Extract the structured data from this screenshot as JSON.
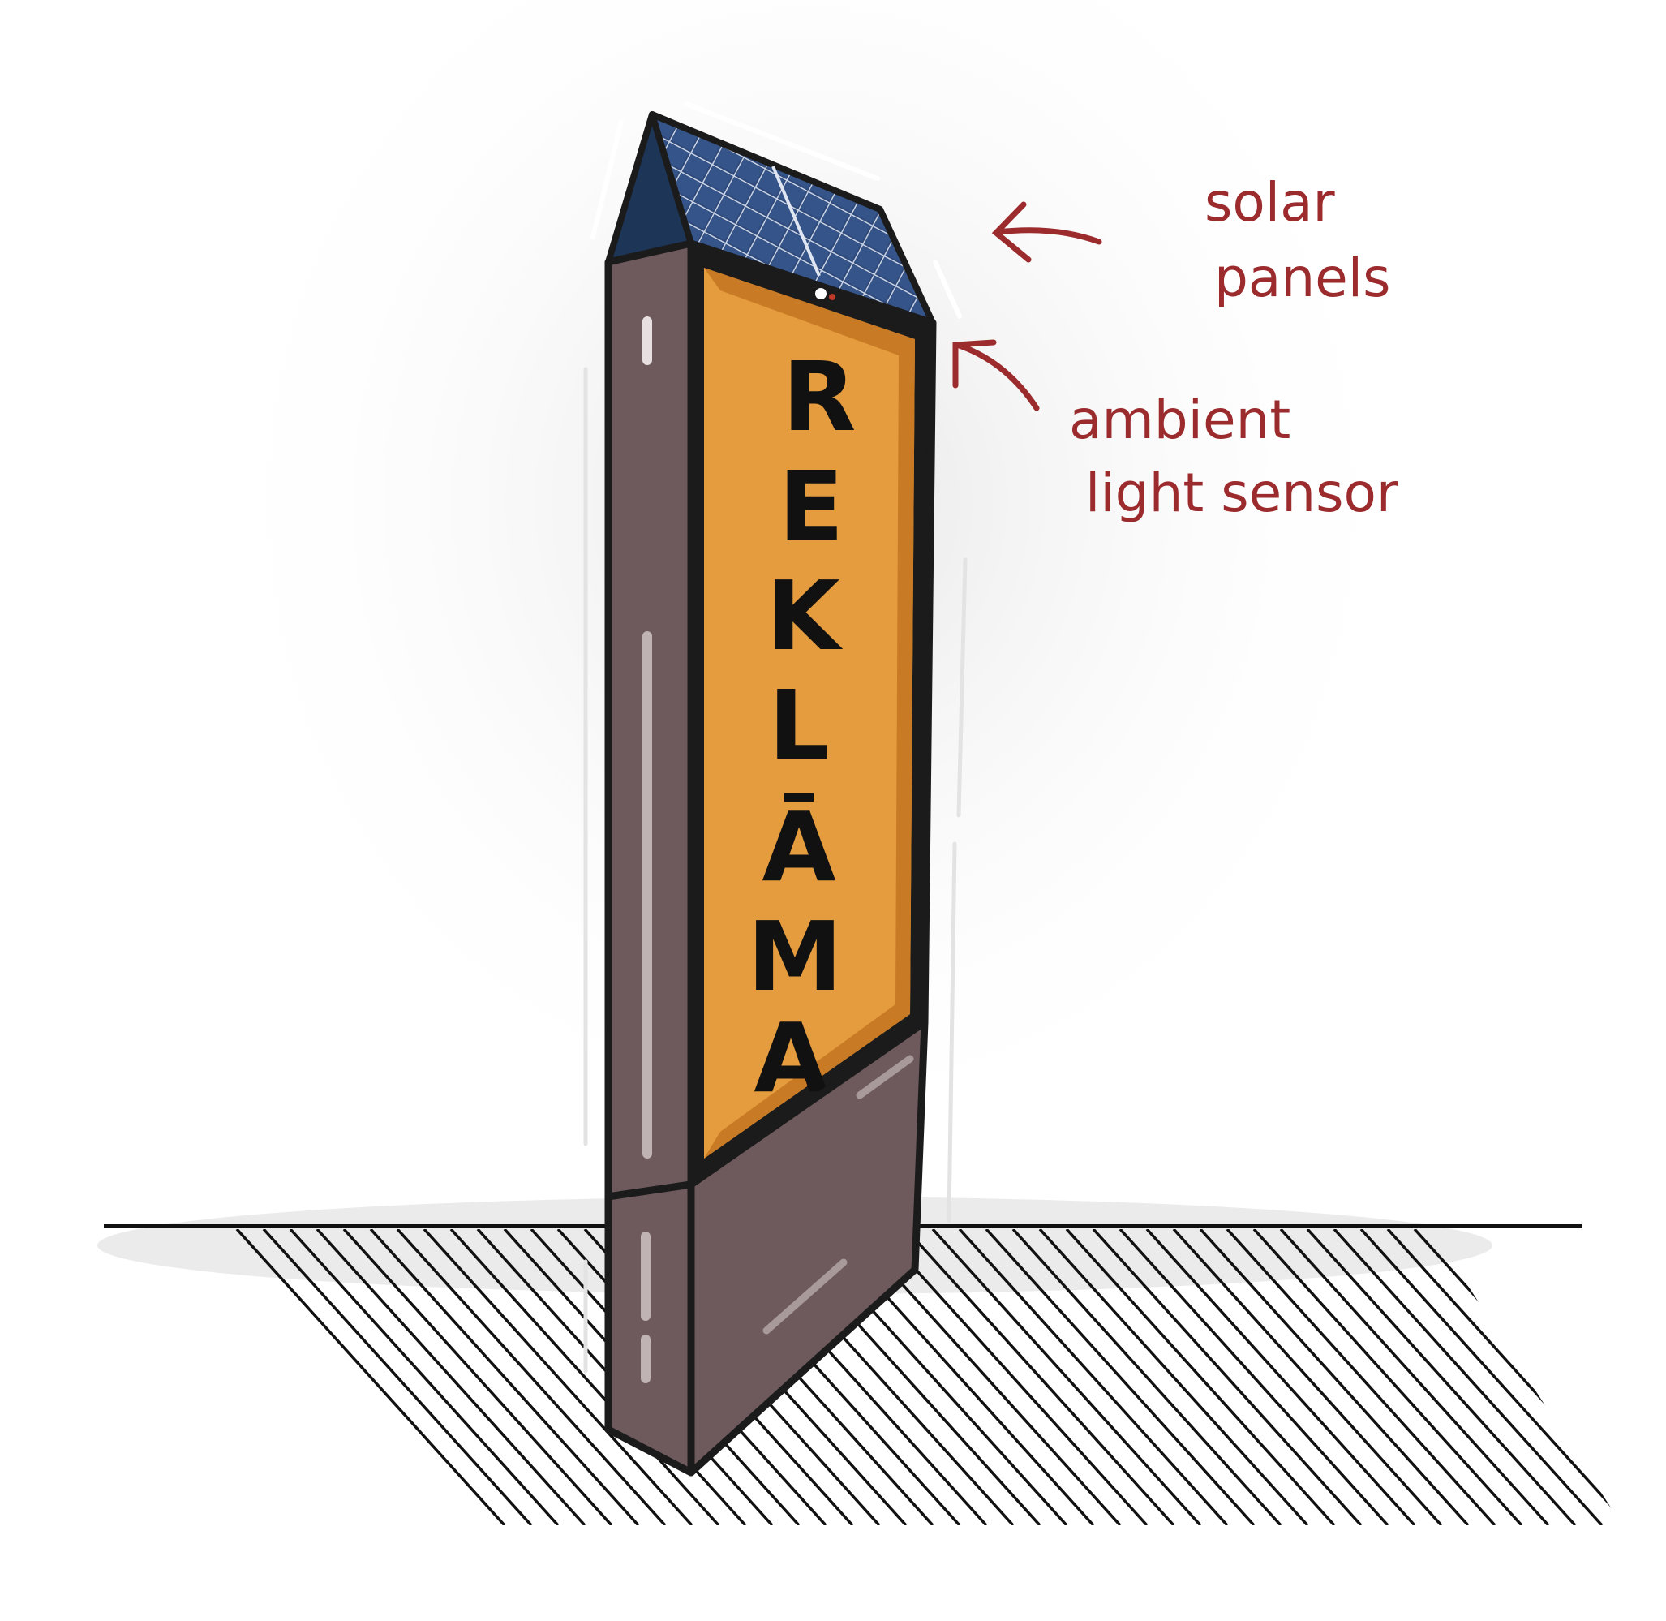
{
  "sign": {
    "letters": [
      "R",
      "E",
      "K",
      "L",
      "Ā",
      "M",
      "A"
    ]
  },
  "annotations": {
    "solar": {
      "line1": "solar",
      "line2": "panels"
    },
    "sensor": {
      "line1": "ambient",
      "line2": "light sensor"
    }
  },
  "colors": {
    "annotation": "#9b2b2d",
    "screen": "#e49c3e",
    "screen_edge": "#c97a24",
    "body": "#6e5a5c",
    "body_dark": "#574547",
    "outline": "#1b1b1b",
    "solar_cell": "#2f4a7a",
    "roof_side": "#1d3557"
  }
}
